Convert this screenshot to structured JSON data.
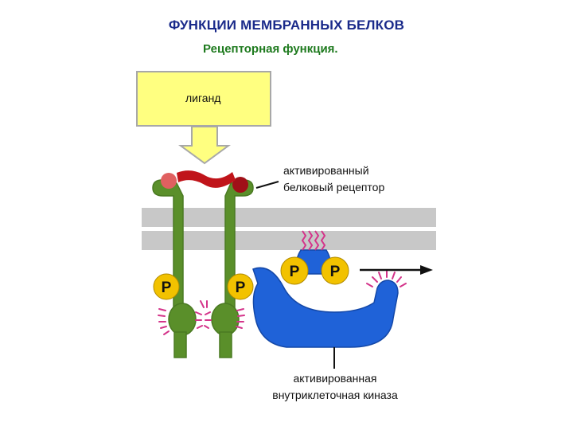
{
  "title": "ФУНКЦИИ МЕМБРАННЫХ БЕЛКОВ",
  "subtitle": "Рецепторная функция.",
  "ligand_label": "лиганд",
  "receptor_label": [
    "активированный",
    "белковый рецептор"
  ],
  "kinase_label": [
    "активированная",
    "внутриклеточная киназа"
  ],
  "phosphate_label": "P",
  "colors": {
    "title": "#1a2a8a",
    "subtitle": "#1e7a1e",
    "receptor": "#5a8f2a",
    "kinase": "#1f62d8",
    "ligand_box": "#ffff80",
    "ligand": "#c0141a",
    "phosphate": "#f2c200",
    "membrane": "#c8c8c8",
    "activation_marks": "#d4348a"
  }
}
